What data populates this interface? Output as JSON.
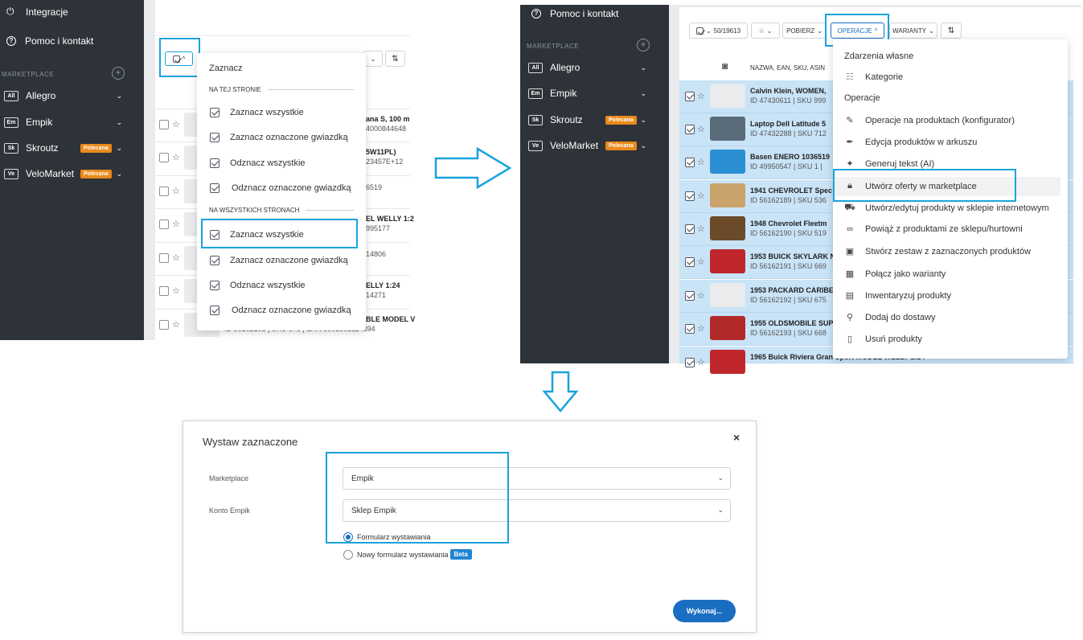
{
  "colors": {
    "sidebar_bg": "#2e3339",
    "highlight": "#1aa3dd",
    "badge": "#ea8a1c",
    "primary": "#1a6ec2",
    "row_selected": "#c9e3f7"
  },
  "panel1": {
    "sidebar": {
      "items": [
        {
          "label": "Integracje",
          "icon": "plug-icon"
        },
        {
          "label": "Pomoc i kontakt",
          "icon": "help-circle-icon"
        }
      ],
      "section": "MARKETPLACE",
      "marketplaces": [
        {
          "code": "All",
          "label": "Allegro",
          "badge": ""
        },
        {
          "code": "Em",
          "label": "Empik",
          "badge": ""
        },
        {
          "code": "Sk",
          "label": "Skroutz",
          "badge": "Polecana"
        },
        {
          "code": "Ve",
          "label": "VeloMarket",
          "badge": "Polecana"
        }
      ]
    },
    "rows": [
      {
        "title": "ana S, 100 m",
        "sub": "4000844648"
      },
      {
        "title": "5W11PL)",
        "sub": "23457E+12"
      },
      {
        "title": "",
        "sub": "6519"
      },
      {
        "title": "EL WELLY 1:2",
        "sub": "995177"
      },
      {
        "title": "",
        "sub": "14806"
      },
      {
        "title": "ELLY 1:24",
        "sub": "14271"
      },
      {
        "title": "BLE MODEL V",
        "sub": "ID 56162192 | SKU 675 | EAN 5902502114394"
      }
    ],
    "menu": {
      "title": "Zaznacz",
      "section1": "NA TEJ STRONIE",
      "items1": [
        "Zaznacz wszystkie",
        "Zaznacz oznaczone gwiazdką",
        "Odznacz wszystkie",
        "Odznacz oznaczone gwiazdką"
      ],
      "section2": "NA WSZYSTKICH STRONACH",
      "items2": [
        "Zaznacz wszystkie",
        "Zaznacz oznaczone gwiazdką",
        "Odznacz wszystkie",
        "Odznacz oznaczone gwiazdką"
      ]
    }
  },
  "panel2": {
    "sidebar": {
      "help": "Pomoc i kontakt",
      "section": "MARKETPLACE",
      "marketplaces": [
        {
          "code": "All",
          "label": "Allegro",
          "badge": ""
        },
        {
          "code": "Em",
          "label": "Empik",
          "badge": ""
        },
        {
          "code": "Sk",
          "label": "Skroutz",
          "badge": "Polecana"
        },
        {
          "code": "Ve",
          "label": "VeloMarket",
          "badge": "Polecana"
        }
      ]
    },
    "toolbar": {
      "count": "50/19613",
      "pobierz": "POBIERZ",
      "operacje": "OPERACJE",
      "warianty": "WARIANTY"
    },
    "column_header": "NAZWA, EAN, SKU, ASIN",
    "rows": [
      {
        "title": "Calvin Klein, WOMEN,",
        "sub": "ID 47430611 | SKU 999"
      },
      {
        "title": "Laptop Dell Latitude 5",
        "sub": "ID 47432288 | SKU 712"
      },
      {
        "title": "Basen ENERO 1036519",
        "sub": "ID 49950547 | SKU 1 |"
      },
      {
        "title": "1941 CHEVROLET Spec",
        "sub": "ID 56162189 | SKU 536"
      },
      {
        "title": "1948 Chevrolet Fleetm",
        "sub": "ID 56162190 | SKU 519"
      },
      {
        "title": "1953 BUICK SKYLARK N",
        "sub": "ID 56162191 | SKU 669"
      },
      {
        "title": "1953 PACKARD CARIBE",
        "sub": "ID 56162192 | SKU 675"
      },
      {
        "title": "1955 OLDSMOBILE SUP",
        "sub": "ID 56162193 | SKU 668"
      },
      {
        "title": "1965 Buick Riviera Gran Sport MODEL WELLY 1:24",
        "sub": ""
      }
    ],
    "menu": {
      "section1": "Zdarzenia własne",
      "categories": "Kategorie",
      "section2": "Operacje",
      "items": [
        {
          "label": "Operacje na produktach (konfigurator)",
          "icon": "pencil-icon"
        },
        {
          "label": "Edycja produktów w arkuszu",
          "icon": "pen-icon"
        },
        {
          "label": "Generuj tekst (AI)",
          "icon": "sparkle-icon"
        },
        {
          "label": "Utwórz oferty w marketplace",
          "icon": "bag-icon"
        },
        {
          "label": "Utwórz/edytuj produkty w sklepie internetowym",
          "icon": "cart-icon"
        },
        {
          "label": "Powiąż z produktami ze sklepu/hurtowni",
          "icon": "link-icon"
        },
        {
          "label": "Stwórz zestaw z zaznaczonych produktów",
          "icon": "set-icon"
        },
        {
          "label": "Połącz jako warianty",
          "icon": "grid-icon"
        },
        {
          "label": "Inwentaryzuj produkty",
          "icon": "clipboard-icon"
        },
        {
          "label": "Dodaj do dostawy",
          "icon": "dolly-icon"
        },
        {
          "label": "Usuń produkty",
          "icon": "trash-icon"
        }
      ]
    }
  },
  "modal": {
    "title": "Wystaw zaznaczone",
    "close": "×",
    "marketplace_label": "Marketplace",
    "marketplace_value": "Empik",
    "account_label": "Konto Empik",
    "account_value": "Sklep Empik",
    "radio1": "Formularz wystawiania",
    "radio2": "Nowy formularz wystawiania",
    "beta": "Beta",
    "submit": "Wykonaj..."
  }
}
